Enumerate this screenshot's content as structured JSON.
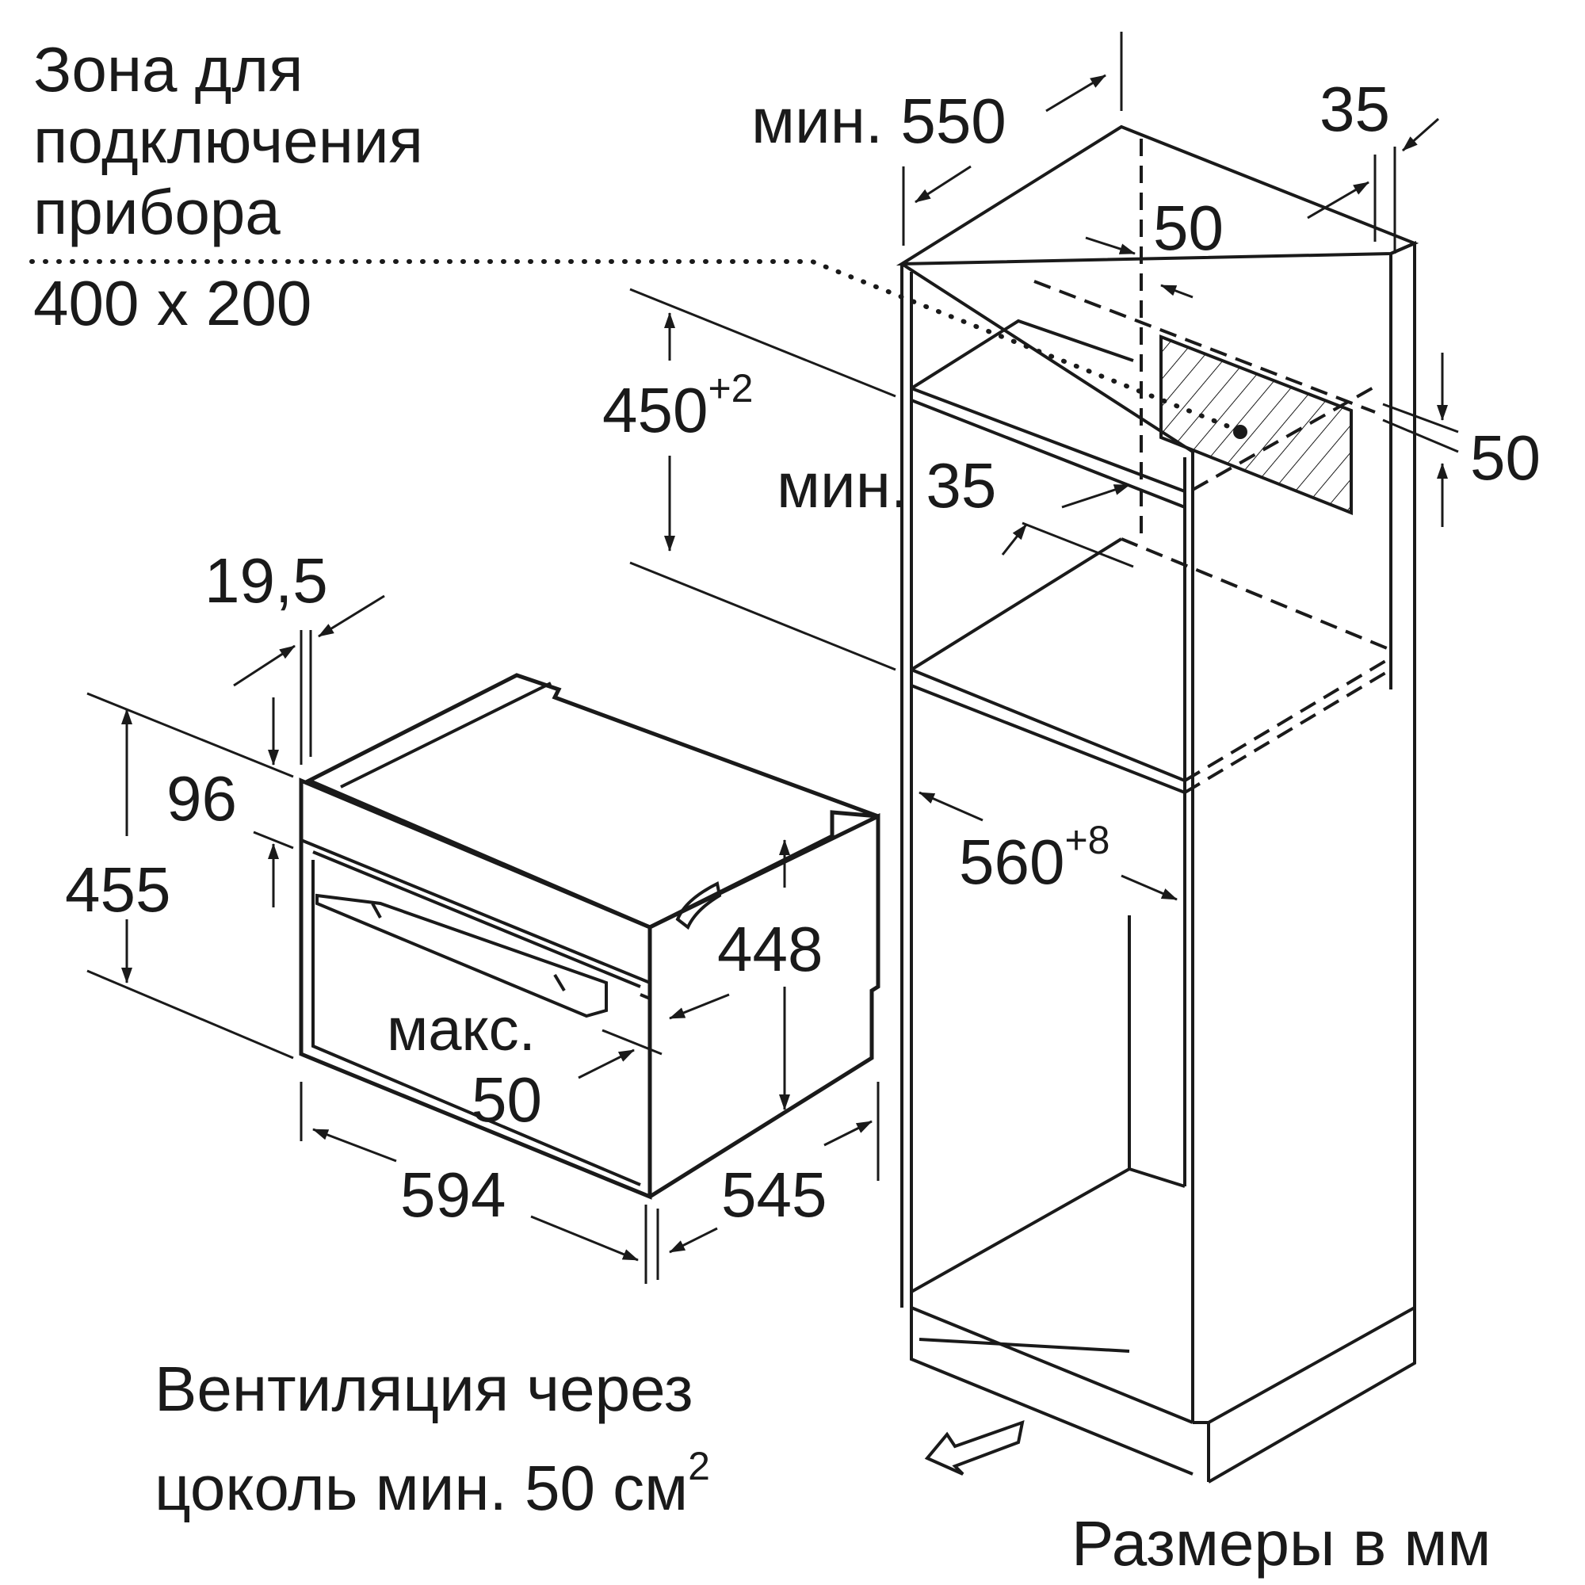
{
  "notes": {
    "connection_zone": [
      "Зона для",
      "подключения",
      "прибора",
      "400 x 200"
    ],
    "ventilation": [
      "Вентиляция через",
      "цоколь мин. 50 см"
    ],
    "ventilation_sup": "2",
    "units": "Размеры в мм"
  },
  "dimensions": {
    "min_550": "мин. 550",
    "d35_top": "35",
    "d50_top": "50",
    "d450": "450",
    "d450_tol": "+2",
    "d50_right": "50",
    "min_35": "мин. 35",
    "d19_5": "19,5",
    "d96": "96",
    "d455": "455",
    "d448": "448",
    "max_label": "макс.",
    "max_50": "50",
    "d594": "594",
    "d545": "545",
    "d560": "560",
    "d560_tol": "+8"
  }
}
